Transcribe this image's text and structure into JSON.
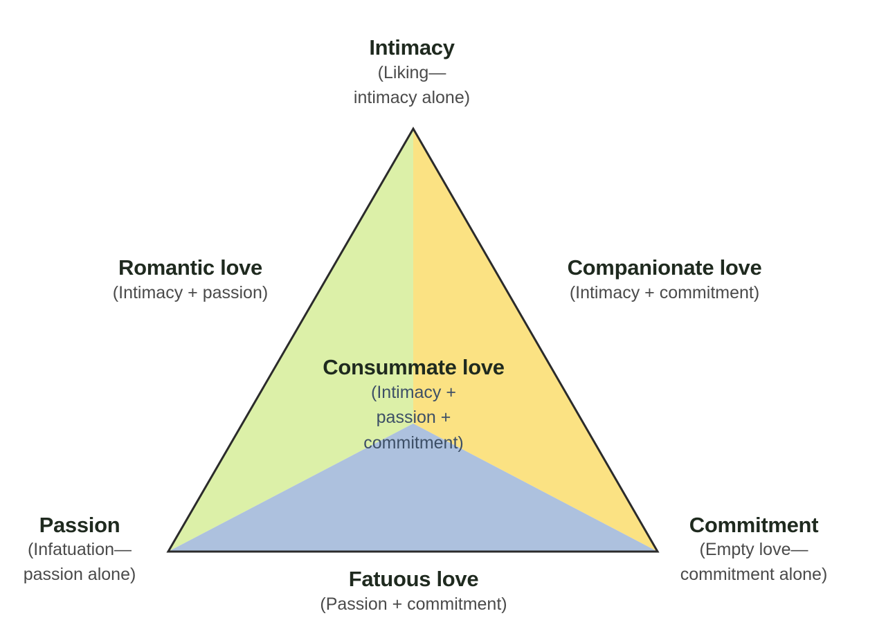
{
  "colors": {
    "intimacy_passion": "#dcf0a8",
    "intimacy_commitment": "#fbe283",
    "passion_commitment": "#adc1de",
    "outline": "#2b2b2b"
  },
  "vertices": {
    "top": {
      "title": "Intimacy",
      "desc": "(Liking—\nintimacy alone)"
    },
    "left": {
      "title": "Passion",
      "desc": "(Infatuation—\npassion alone)"
    },
    "right": {
      "title": "Commitment",
      "desc": "(Empty love—\ncommitment alone)"
    }
  },
  "edges": {
    "left": {
      "title": "Romantic love",
      "desc": "(Intimacy + passion)"
    },
    "right": {
      "title": "Companionate love",
      "desc": "(Intimacy + commitment)"
    },
    "bottom": {
      "title": "Fatuous love",
      "desc": "(Passion + commitment)"
    }
  },
  "center": {
    "title": "Consummate love",
    "desc": "(Intimacy +\npassion +\ncommitment)"
  }
}
